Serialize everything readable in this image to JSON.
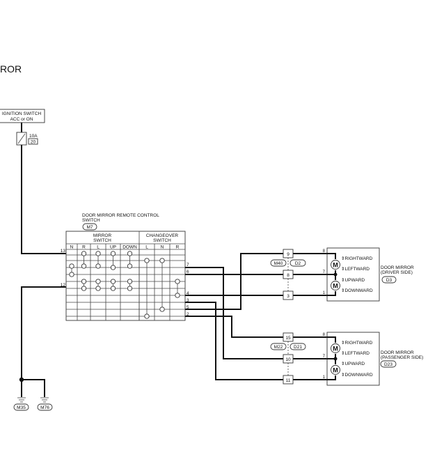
{
  "diagram": {
    "title": "ROR",
    "ignition": {
      "line1": "IGNITION SWITCH",
      "line2": "ACC or ON"
    },
    "fuse": {
      "amps": "10A",
      "number": "20"
    },
    "switch": {
      "name_line1": "DOOR MIRROR REMOTE CONTROL",
      "name_line2": "SWITCH",
      "connector": "M7",
      "mirror_header1": "MIRROR",
      "mirror_header2": "SWITCH",
      "changeover_header1": "CHANGEOVER",
      "changeover_header2": "SWITCH",
      "columns": [
        "N",
        "R",
        "L",
        "UP",
        "DOWN",
        "L",
        "N",
        "R"
      ],
      "left_pins": [
        "13",
        "12"
      ],
      "right_pins": [
        "7",
        "6",
        "4",
        "3",
        "5",
        "2"
      ]
    },
    "driver_mirror": {
      "name_line1": "DOOR MIRROR",
      "name_line2": "(DRIVER SIDE)",
      "connector": "D3",
      "joint_connectors": [
        "M40",
        "D2"
      ],
      "terminals": [
        "9",
        "8",
        "3"
      ],
      "pins": [
        "8",
        "7",
        "1"
      ],
      "labels": [
        "RIGHTWARD",
        "LEFTWARD",
        "UPWARD",
        "DOWNWARD"
      ],
      "motor": "M"
    },
    "passenger_mirror": {
      "name_line1": "DOOR MIRROR",
      "name_line2": "(PASSENGER SIDE)",
      "connector": "D23",
      "joint_connectors": [
        "M22",
        "D21"
      ],
      "terminals": [
        "15",
        "10",
        "11"
      ],
      "pins": [
        "8",
        "7",
        "1"
      ],
      "labels": [
        "RIGHTWARD",
        "LEFTWARD",
        "UPWARD",
        "DOWNWARD"
      ],
      "motor": "M"
    },
    "grounds": [
      "M35",
      "M76"
    ]
  }
}
